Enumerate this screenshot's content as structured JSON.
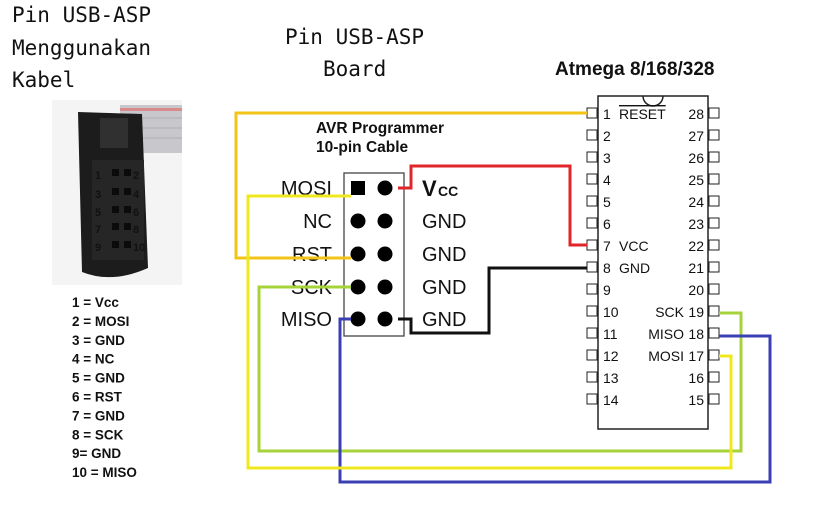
{
  "cable_title": [
    "Pin USB-ASP",
    "Menggunakan",
    "Kabel"
  ],
  "board_title": [
    "Pin USB-ASP",
    "Board"
  ],
  "chip_title": "Atmega 8/168/328",
  "programmer_title": [
    "AVR Programmer",
    "10-pin Cable"
  ],
  "connector_photo": {
    "pin_labels": [
      "1",
      "2",
      "3",
      "4",
      "5",
      "6",
      "7",
      "8",
      "9",
      "10"
    ]
  },
  "cable_pinout": [
    "1 = Vcc",
    "2 = MOSI",
    "3 = GND",
    "4 = NC",
    "5 = GND",
    "6 = RST",
    "7 = GND",
    "8 = SCK",
    "9= GND",
    "10 = MISO"
  ],
  "header_left_labels": [
    "MOSI",
    "NC",
    "RST",
    "SCK",
    "MISO"
  ],
  "header_right_labels": {
    "vcc_main": "V",
    "vcc_sub": "CC",
    "gnd": [
      "GND",
      "GND",
      "GND",
      "GND"
    ]
  },
  "chip": {
    "left_pins": [
      {
        "num": "1",
        "label": "RESET",
        "overline": true
      },
      {
        "num": "2",
        "label": ""
      },
      {
        "num": "3",
        "label": ""
      },
      {
        "num": "4",
        "label": ""
      },
      {
        "num": "5",
        "label": ""
      },
      {
        "num": "6",
        "label": ""
      },
      {
        "num": "7",
        "label": "VCC"
      },
      {
        "num": "8",
        "label": "GND"
      },
      {
        "num": "9",
        "label": ""
      },
      {
        "num": "10",
        "label": ""
      },
      {
        "num": "11",
        "label": ""
      },
      {
        "num": "12",
        "label": ""
      },
      {
        "num": "13",
        "label": ""
      },
      {
        "num": "14",
        "label": ""
      }
    ],
    "right_pins": [
      {
        "num": "28",
        "label": ""
      },
      {
        "num": "27",
        "label": ""
      },
      {
        "num": "26",
        "label": ""
      },
      {
        "num": "25",
        "label": ""
      },
      {
        "num": "24",
        "label": ""
      },
      {
        "num": "23",
        "label": ""
      },
      {
        "num": "22",
        "label": ""
      },
      {
        "num": "21",
        "label": ""
      },
      {
        "num": "20",
        "label": ""
      },
      {
        "num": "19",
        "label": "SCK"
      },
      {
        "num": "18",
        "label": "MISO"
      },
      {
        "num": "17",
        "label": "MOSI"
      },
      {
        "num": "16",
        "label": ""
      },
      {
        "num": "15",
        "label": ""
      }
    ]
  },
  "wire_colors": {
    "reset": "#f2c417",
    "vcc": "#e0262a",
    "gnd": "#111111",
    "sck": "#a7d33a",
    "miso": "#3a3fb3",
    "mosi": "#f0e81e"
  }
}
